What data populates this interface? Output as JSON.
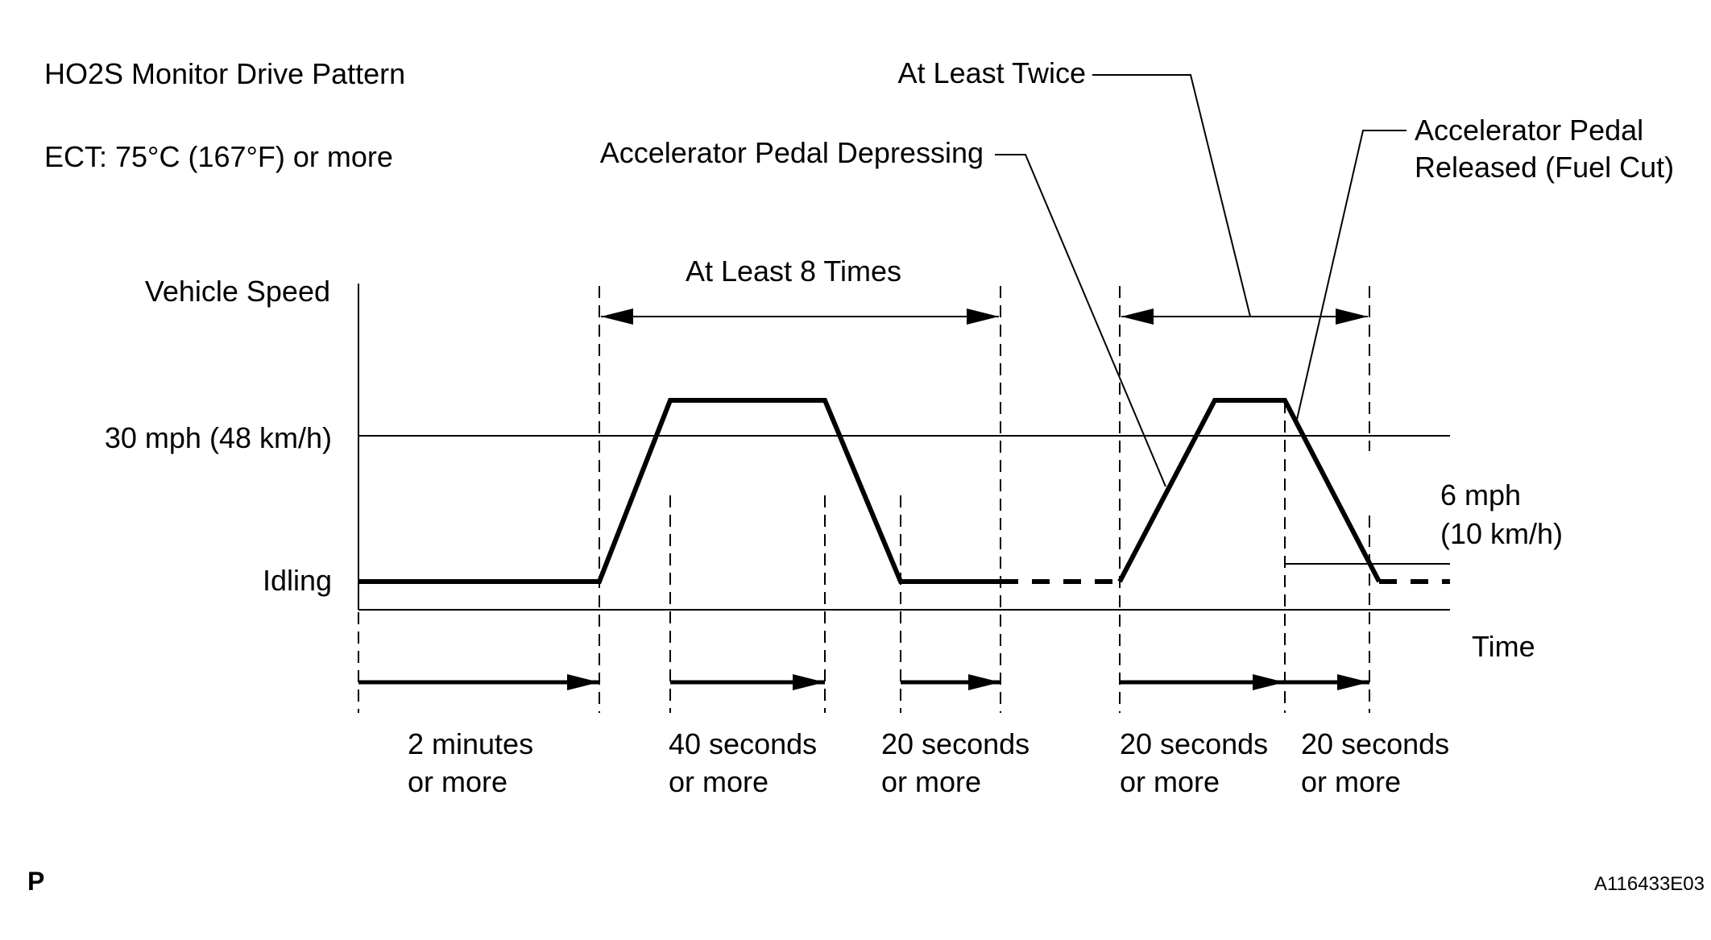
{
  "title": "HO2S Monitor Drive Pattern",
  "condition": "ECT: 75°C (167°F)  or more",
  "axis": {
    "y_label": "Vehicle Speed",
    "x_label": "Time",
    "level_high": "30 mph (48 km/h)",
    "level_idle": "Idling",
    "level_low_line1": "6 mph",
    "level_low_line2": "(10 km/h)"
  },
  "annotations": {
    "repeat_first": "At Least 8 Times",
    "repeat_second": "At Least Twice",
    "pedal_depressing": "Accelerator Pedal Depressing",
    "pedal_released_line1": "Accelerator Pedal",
    "pedal_released_line2": "Released (Fuel Cut)"
  },
  "durations": [
    {
      "line1": "2 minutes",
      "line2": "or more"
    },
    {
      "line1": "40 seconds",
      "line2": "or more"
    },
    {
      "line1": "20 seconds",
      "line2": "or more"
    },
    {
      "line1": "20 seconds",
      "line2": "or more"
    },
    {
      "line1": "20 seconds",
      "line2": "or more"
    }
  ],
  "footer": {
    "left_mark": "P",
    "figure_code": "A116433E03"
  }
}
